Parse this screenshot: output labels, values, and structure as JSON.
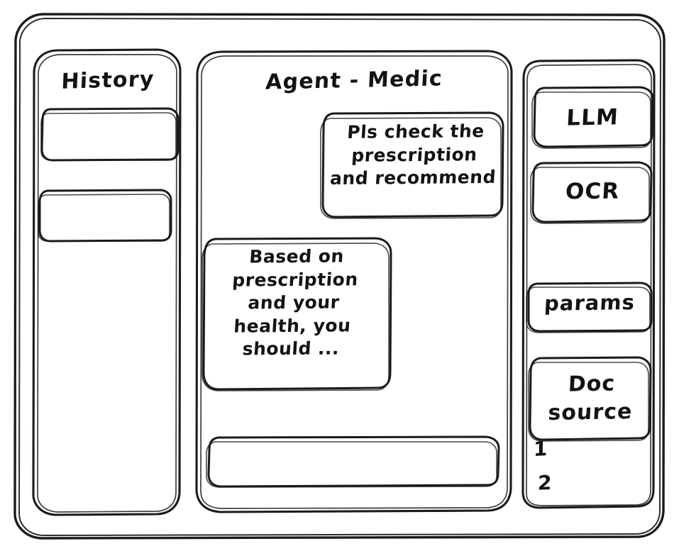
{
  "meta": {
    "style": "hand-drawn wireframe sketch",
    "stroke_color": "#1b1b1b",
    "background_color": "#ffffff"
  },
  "sidebar": {
    "title": "History",
    "items": [
      {
        "label": "",
        "name": "history-item-1"
      },
      {
        "label": "",
        "name": "history-item-2"
      }
    ]
  },
  "main": {
    "title": "Agent - Medic",
    "messages": [
      {
        "role": "user",
        "align": "right",
        "text": "Pls check the\nprescription\nand recommend"
      },
      {
        "role": "assistant",
        "align": "left",
        "text": "Based on\nprescription\nand your\nhealth, you\nshould ..."
      }
    ],
    "composer": {
      "value": "",
      "placeholder": ""
    }
  },
  "tools_panel": {
    "items": [
      {
        "label": "LLM",
        "name": "tool-llm"
      },
      {
        "label": "OCR",
        "name": "tool-ocr"
      },
      {
        "label": "params",
        "name": "tool-params"
      },
      {
        "label": "Doc\nsource",
        "name": "tool-doc-source"
      }
    ],
    "doc_sources": [
      {
        "index": "1"
      },
      {
        "index": "2"
      }
    ]
  }
}
